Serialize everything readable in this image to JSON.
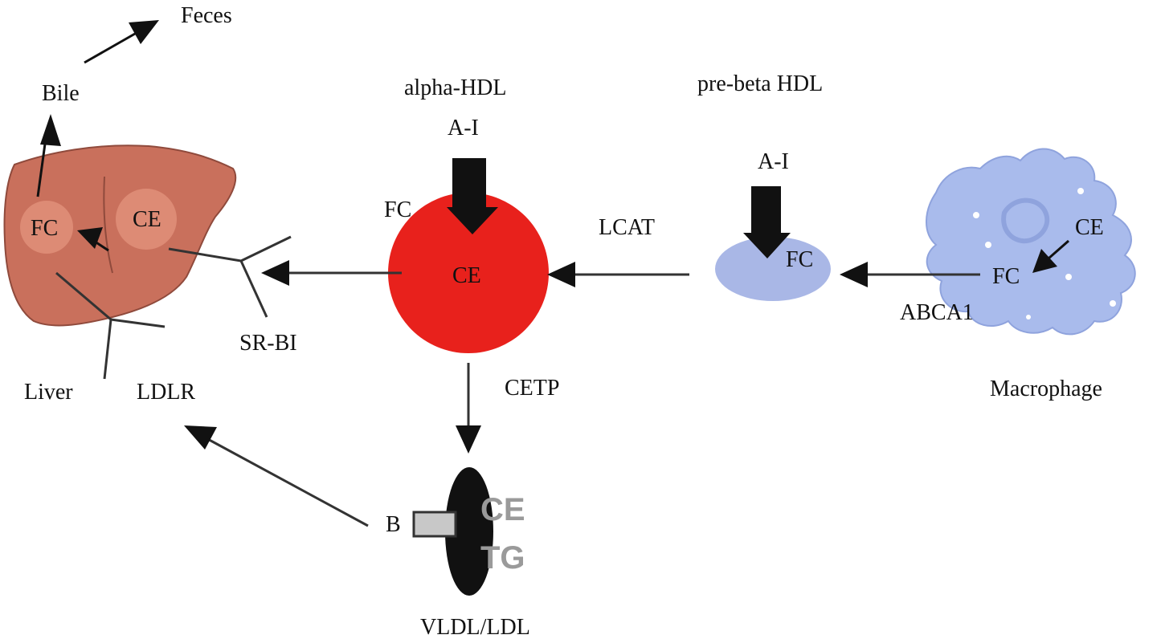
{
  "colors": {
    "liver_fill": "#c9705c",
    "liver_edge": "#8f4a3c",
    "liver_nucleus": "#dd8b75",
    "alpha_hdl_fill": "#e8211c",
    "pre_beta_fill": "#a9b7e6",
    "macrophage_fill": "#a9bbec",
    "arrow": "#111111",
    "ldl_particle": "#111111",
    "apob_box": "#c8c8c8"
  },
  "labels": {
    "feces": "Feces",
    "bile": "Bile",
    "liver_fc": "FC",
    "liver_ce": "CE",
    "liver": "Liver",
    "ldlr": "LDLR",
    "sr_bi": "SR-BI",
    "alpha_hdl": "alpha-HDL",
    "alpha_ai": "A-I",
    "alpha_fc": "FC",
    "alpha_ce": "CE",
    "lcat": "LCAT",
    "pre_beta_hdl": "pre-beta HDL",
    "pre_beta_ai": "A-I",
    "pre_beta_fc": "FC",
    "macrophage_ce": "CE",
    "macrophage_fc": "FC",
    "abca1": "ABCA1",
    "macrophage": "Macrophage",
    "cetp": "CETP",
    "apob": "B",
    "ldl_ce": "CE",
    "ldl_tg": "TG",
    "vldl_ldl": "VLDL/LDL"
  },
  "icons": {
    "liver": "liver-icon",
    "macrophage": "macrophage-icon",
    "apolipoprotein": "apolipoprotein-a1-icon"
  }
}
